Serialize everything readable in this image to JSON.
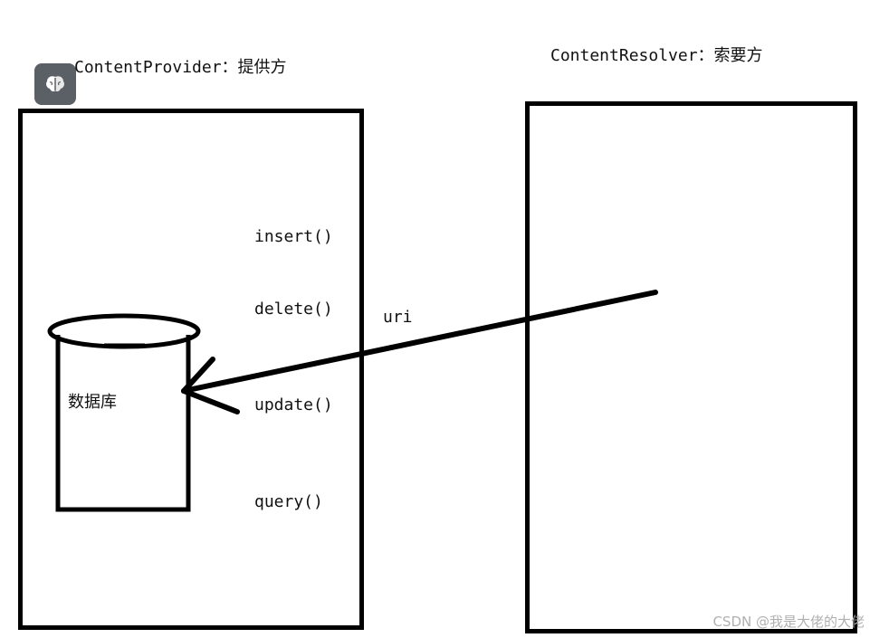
{
  "provider": {
    "title": "ContentProvider：提供方",
    "methods": [
      "insert()",
      "delete()",
      "update()",
      "query()"
    ],
    "database_label": "数据库"
  },
  "resolver": {
    "title": "ContentResolver：索要方"
  },
  "arrow": {
    "label": "uri"
  },
  "badge": {
    "icon": "brain-icon",
    "color": "#5b5f66"
  },
  "watermark": {
    "text": "CSDN @我是大佬的大佬"
  }
}
